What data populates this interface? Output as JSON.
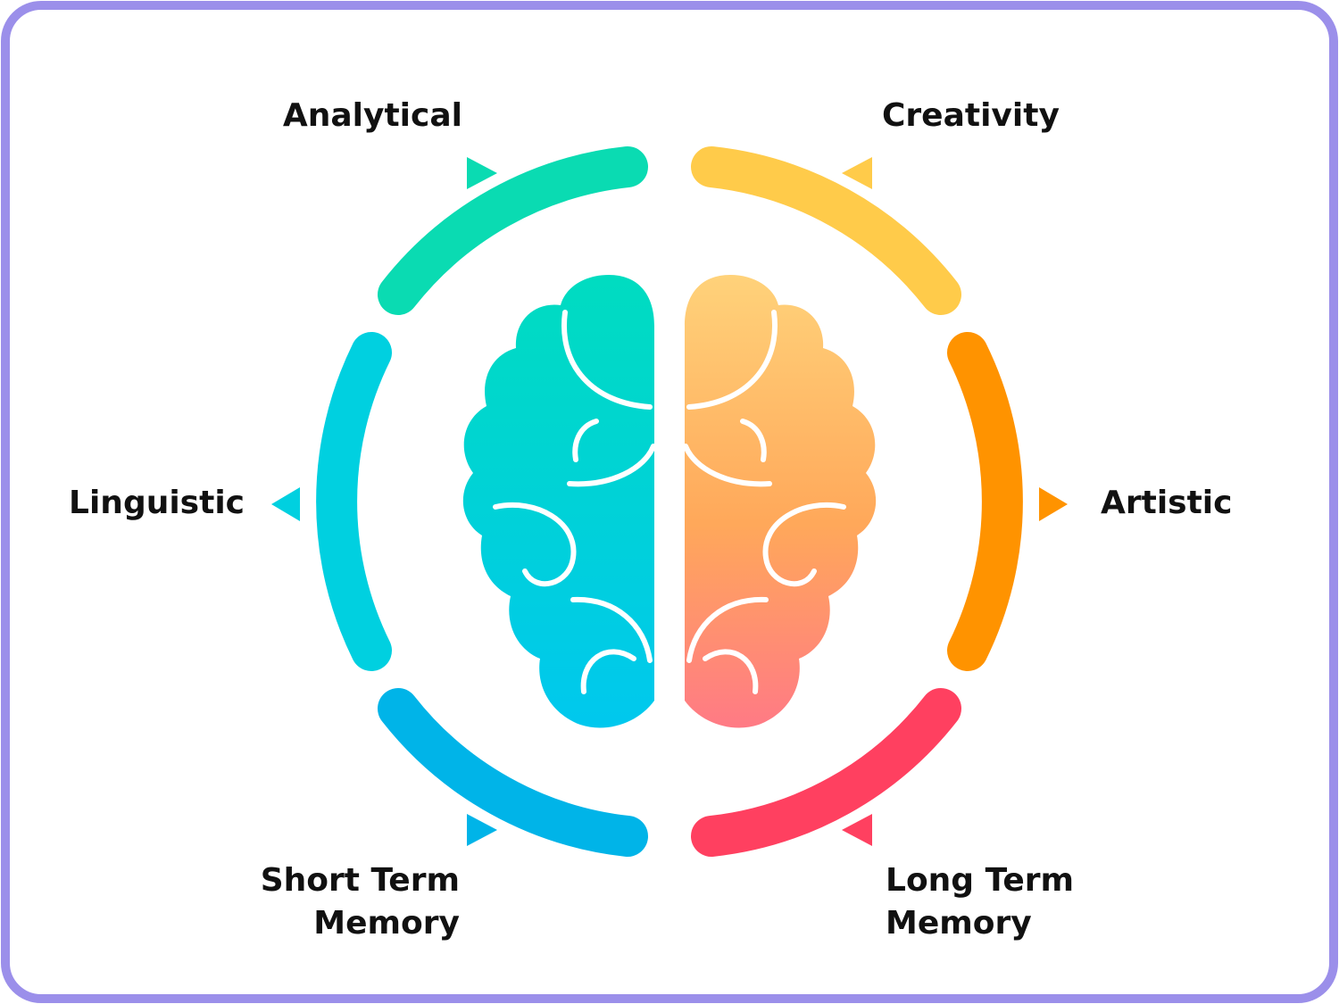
{
  "diagram": {
    "labels": {
      "analytical": "Analytical",
      "creativity": "Creativity",
      "linguistic": "Linguistic",
      "artistic": "Artistic",
      "short_term_line1": "Short Term",
      "short_term_line2": "Memory",
      "long_term_line1": "Long Term",
      "long_term_line2": "Memory"
    },
    "colors": {
      "border": "#9B8FEA",
      "analytical": "#0ADBB2",
      "linguistic": "#00D0E0",
      "short_term": "#00B4E8",
      "creativity": "#FFCB4A",
      "artistic": "#FF9300",
      "long_term": "#FF4060",
      "left_brain_top": "#00DCC0",
      "left_brain_bottom": "#00C8EE",
      "right_brain_top": "#FFD27A",
      "right_brain_bottom": "#FF7A85"
    }
  }
}
